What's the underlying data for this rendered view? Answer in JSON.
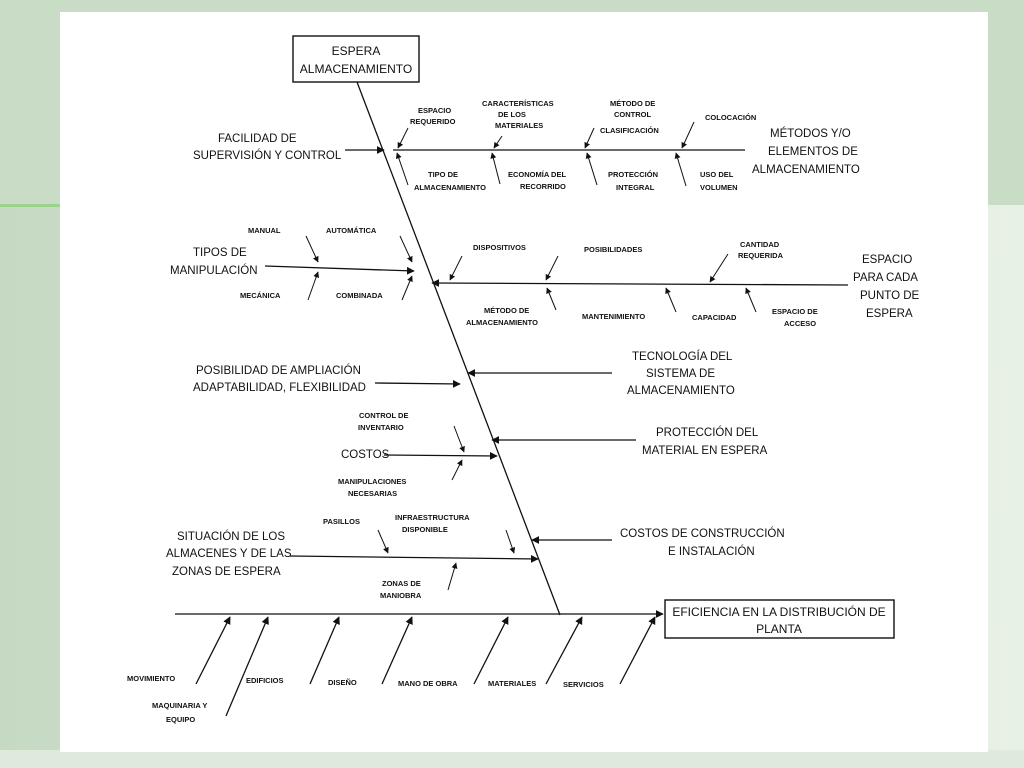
{
  "head_box": [
    "EFICIENCIA EN LA DISTRIBUCIÓN DE",
    "PLANTA"
  ],
  "tail_box": [
    "ESPERA",
    "ALMACENAMIENTO"
  ],
  "left_branches": {
    "facilidad": [
      "FACILIDAD DE",
      "SUPERVISIÓN Y CONTROL"
    ],
    "tipos": [
      "TIPOS DE",
      "MANIPULACIÓN"
    ],
    "posibilidad": [
      "POSIBILIDAD DE AMPLIACIÓN",
      "ADAPTABILIDAD, FLEXIBILIDAD"
    ],
    "costos": "COSTOS",
    "situacion": [
      "SITUACIÓN DE LOS",
      "ALMACENES Y DE LAS",
      "ZONAS DE ESPERA"
    ]
  },
  "right_branches": {
    "metodos": [
      "MÉTODOS Y/O",
      "ELEMENTOS DE",
      "ALMACENAMIENTO"
    ],
    "espacio": [
      "ESPACIO",
      "PARA CADA",
      "PUNTO DE",
      "ESPERA"
    ],
    "tecnologia": [
      "TECNOLOGÍA DEL",
      "SISTEMA DE",
      "ALMACENAMIENTO"
    ],
    "proteccion": [
      "PROTECCIÓN DEL",
      "MATERIAL EN ESPERA"
    ],
    "costos_construccion": [
      "COSTOS DE CONSTRUCCIÓN",
      "E INSTALACIÓN"
    ]
  },
  "metodos_sub": {
    "espacio_requerido": [
      "ESPACIO",
      "REQUERIDO"
    ],
    "caracteristicas": [
      "CARACTERÍSTICAS",
      "DE LOS",
      "MATERIALES"
    ],
    "metodo_control": [
      "MÉTODO DE",
      "CONTROL",
      "CLASIFICACIÓN"
    ],
    "colocacion": "COLOCACIÓN",
    "tipo_almacenamiento": [
      "TIPO DE",
      "ALMACENAMIENTO"
    ],
    "economia": [
      "ECONOMÍA DEL",
      "RECORRIDO"
    ],
    "proteccion_integral": [
      "PROTECCIÓN",
      "INTEGRAL"
    ],
    "uso_volumen": [
      "USO DEL",
      "VOLUMEN"
    ]
  },
  "tipos_sub": {
    "manual": "MANUAL",
    "automatica": "AUTOMÁTICA",
    "mecanica": "MECÁNICA",
    "combinada": "COMBINADA"
  },
  "espacio_sub": {
    "dispositivos": "DISPOSITIVOS",
    "posibilidades": "POSIBILIDADES",
    "cantidad_requerida": [
      "CANTIDAD",
      "REQUERIDA"
    ],
    "metodo_almacenamiento": [
      "MÉTODO DE",
      "ALMACENAMIENTO"
    ],
    "mantenimiento": "MANTENIMIENTO",
    "capacidad": "CAPACIDAD",
    "espacio_acceso": [
      "ESPACIO DE",
      "ACCESO"
    ]
  },
  "costos_sub": {
    "control_inventario": [
      "CONTROL DE",
      "INVENTARIO"
    ],
    "manipulaciones": [
      "MANIPULACIONES",
      "NECESARIAS"
    ]
  },
  "situacion_sub": {
    "pasillos": "PASILLOS",
    "infraestructura": [
      "INFRAESTRUCTURA",
      "DISPONIBLE"
    ],
    "zonas_maniobra": [
      "ZONAS DE",
      "MANIOBRA"
    ]
  },
  "bottom_ribs": {
    "movimiento": "MOVIMIENTO",
    "edificios": "EDIFICIOS",
    "diseno": "DISEÑO",
    "mano_obra": "MANO DE OBRA",
    "materiales": "MATERIALES",
    "servicios": "SERVICIOS",
    "maquinaria": [
      "MAQUINARIA Y",
      "EQUIPO"
    ]
  }
}
